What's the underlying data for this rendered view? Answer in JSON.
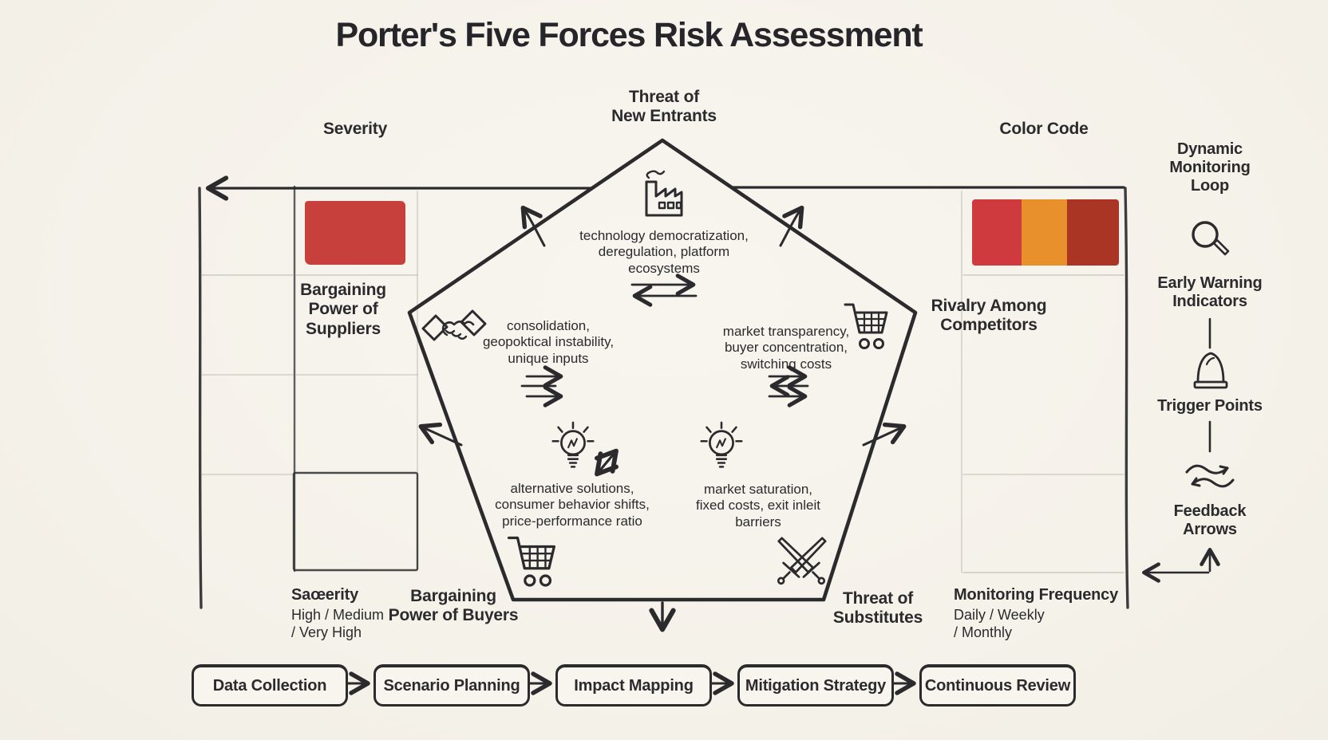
{
  "title": "Porter's Five Forces Risk Assessment",
  "severity_panel": {
    "header": "Severity",
    "force": "Bargaining\nPower of\nSuppliers",
    "legend_title": "Saœerity",
    "legend_values": "High / Medium\n/ Very High",
    "swatch_color": "#c7403b"
  },
  "color_code_panel": {
    "header": "Color Code",
    "force": "Rivalry Among\nCompetitors",
    "legend_title": "Monitoring Frequency",
    "legend_values": "Daily / Weekly\n/ Monthly",
    "swatches": [
      "#cf3a3f",
      "#e8912c",
      "#ab3524"
    ]
  },
  "pentagon": {
    "top_force": "Threat of\nNew Entrants",
    "bottom_left_force": "Bargaining\nPower of Buyers",
    "bottom_right_force": "Threat of\nSubstitutes",
    "drivers_new_entrants": "technology democratization,\nderegulation, platform\necosystems",
    "drivers_suppliers": "consolidation,\ngeopoktical instability,\nunique inputs",
    "drivers_buyers": "market transparency,\nbuyer concentration,\nswitching costs",
    "drivers_substitutes": "alternative solutions,\nconsumer behavior shifts,\nprice-performance ratio",
    "drivers_rivalry": "market saturation,\nfixed costs, exit inleit\nbarriers",
    "icons": [
      "factory-icon",
      "handshake-icon",
      "shopping-cart-icon",
      "lightbulb-icon",
      "lightbulb-icon",
      "shopping-cart-icon",
      "crossed-swords-icon"
    ]
  },
  "monitoring_loop": {
    "header": "Dynamic\nMonitoring\nLoop",
    "steps": [
      {
        "label": "Early Warning\nIndicators",
        "icon": "magnifier-icon"
      },
      {
        "label": "Trigger Points",
        "icon": "trigger-dome-icon"
      },
      {
        "label": "Feedback\nArrows",
        "icon": "wavy-feedback-arrows-icon"
      }
    ]
  },
  "process_flow": [
    "Data Collection",
    "Scenario Planning",
    "Impact Mapping",
    "Mitigation Strategy",
    "Continuous Review"
  ],
  "colors": {
    "background": "#f6f3ec",
    "ink": "#2b2b2e",
    "faint_grid": "#8f897d",
    "severity_red": "#c7403b",
    "code_red": "#cf3a3f",
    "code_orange": "#e8912c",
    "code_dark_red": "#ab3524"
  }
}
